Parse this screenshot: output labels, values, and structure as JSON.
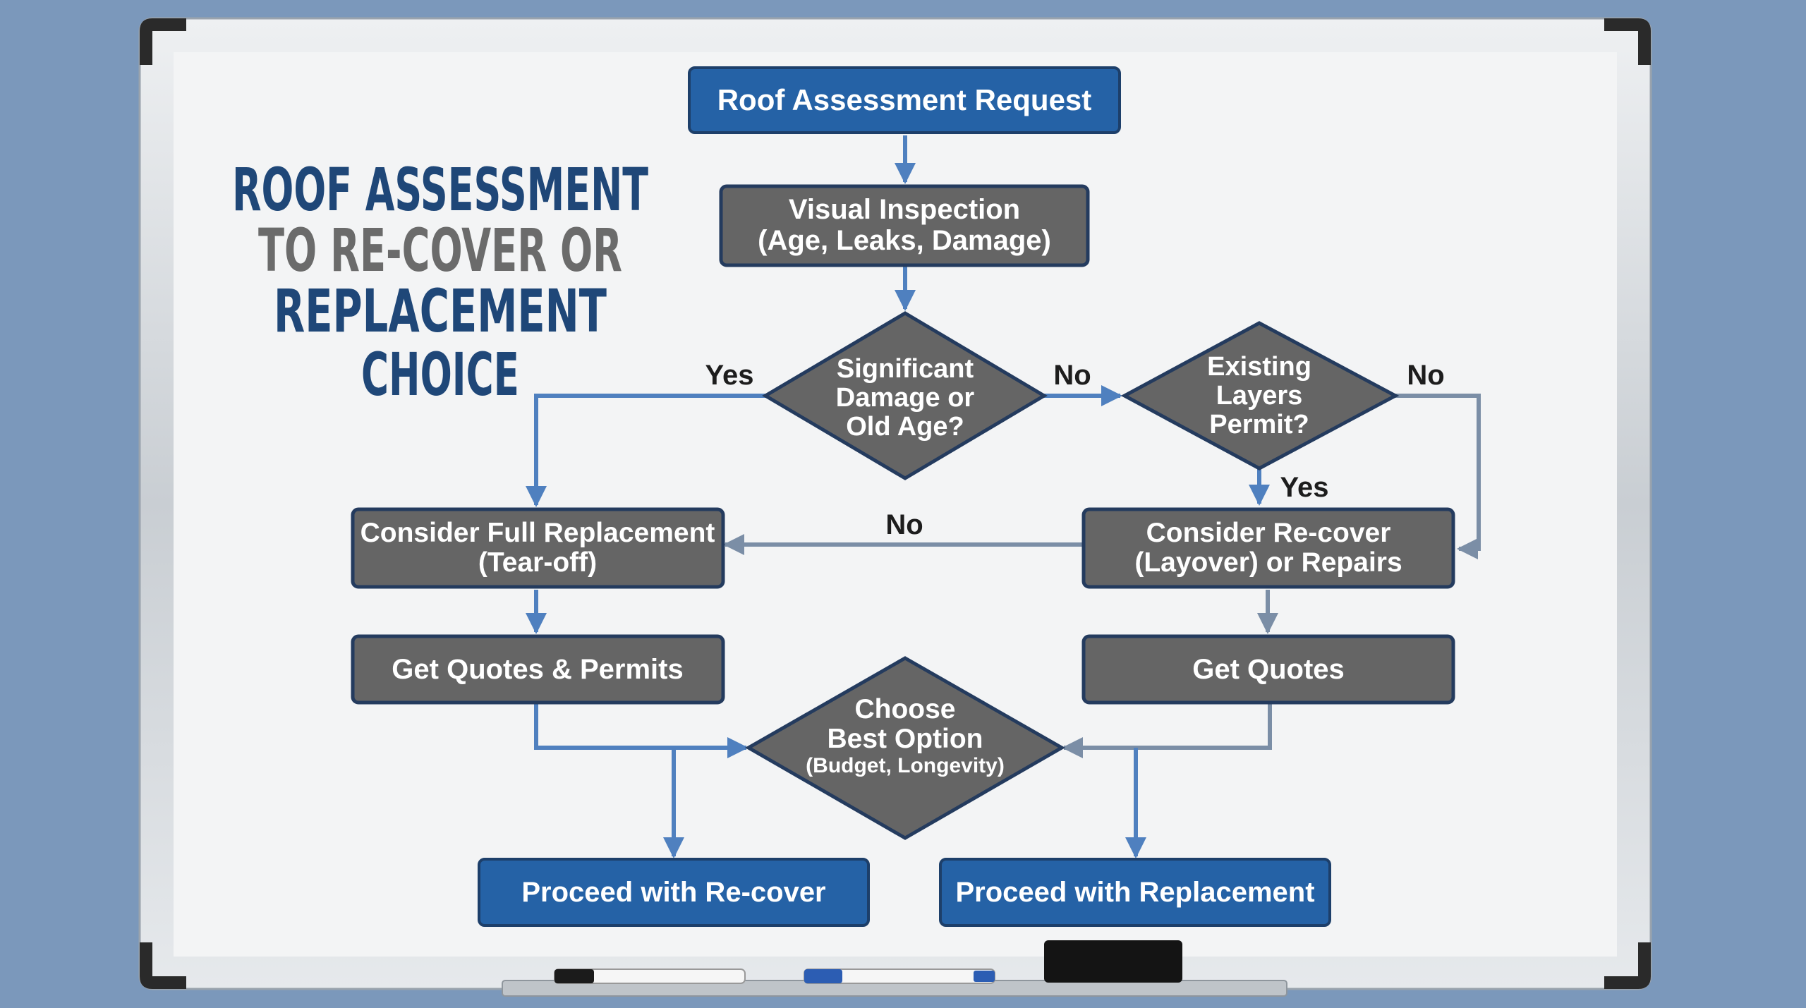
{
  "title": {
    "lines": [
      "ROOF ASSESSMENT",
      "TO RE-COVER OR",
      "REPLACEMENT",
      "CHOICE"
    ]
  },
  "nodes": {
    "roof_assessment_request": "Roof Assessment Request",
    "visual_inspection": [
      "Visual Inspection",
      "(Age, Leaks, Damage)"
    ],
    "significant_damage": [
      "Significant",
      "Damage or",
      "Old Age?"
    ],
    "existing_layers": [
      "Existing",
      "Layers",
      "Permit?"
    ],
    "full_replacement": [
      "Consider Full Replacement",
      "(Tear-off)"
    ],
    "recover": [
      "Consider Re-cover",
      "(Layover) or Repairs"
    ],
    "quotes_permits": "Get Quotes & Permits",
    "quotes": "Get Quotes",
    "choose_best": [
      "Choose",
      "Best Option",
      "(Budget, Longevity)"
    ],
    "proceed_recover": "Proceed with Re-cover",
    "proceed_replacement": "Proceed with Replacement"
  },
  "edge_labels": {
    "damage_yes": "Yes",
    "damage_no": "No",
    "layers_no": "No",
    "layers_yes": "Yes",
    "recover_no": "No"
  },
  "colors": {
    "background": "#7b98bb",
    "board": "#f3f4f5",
    "frame": "#d2d6da",
    "primary_blue": "#2562a6",
    "node_gray": "#656565",
    "node_border": "#243b5e",
    "arrow_blue": "#4f80bf",
    "arrow_gray": "#7b8ea6",
    "title_blue": "#1f4778",
    "title_gray": "#6b6b6b"
  }
}
